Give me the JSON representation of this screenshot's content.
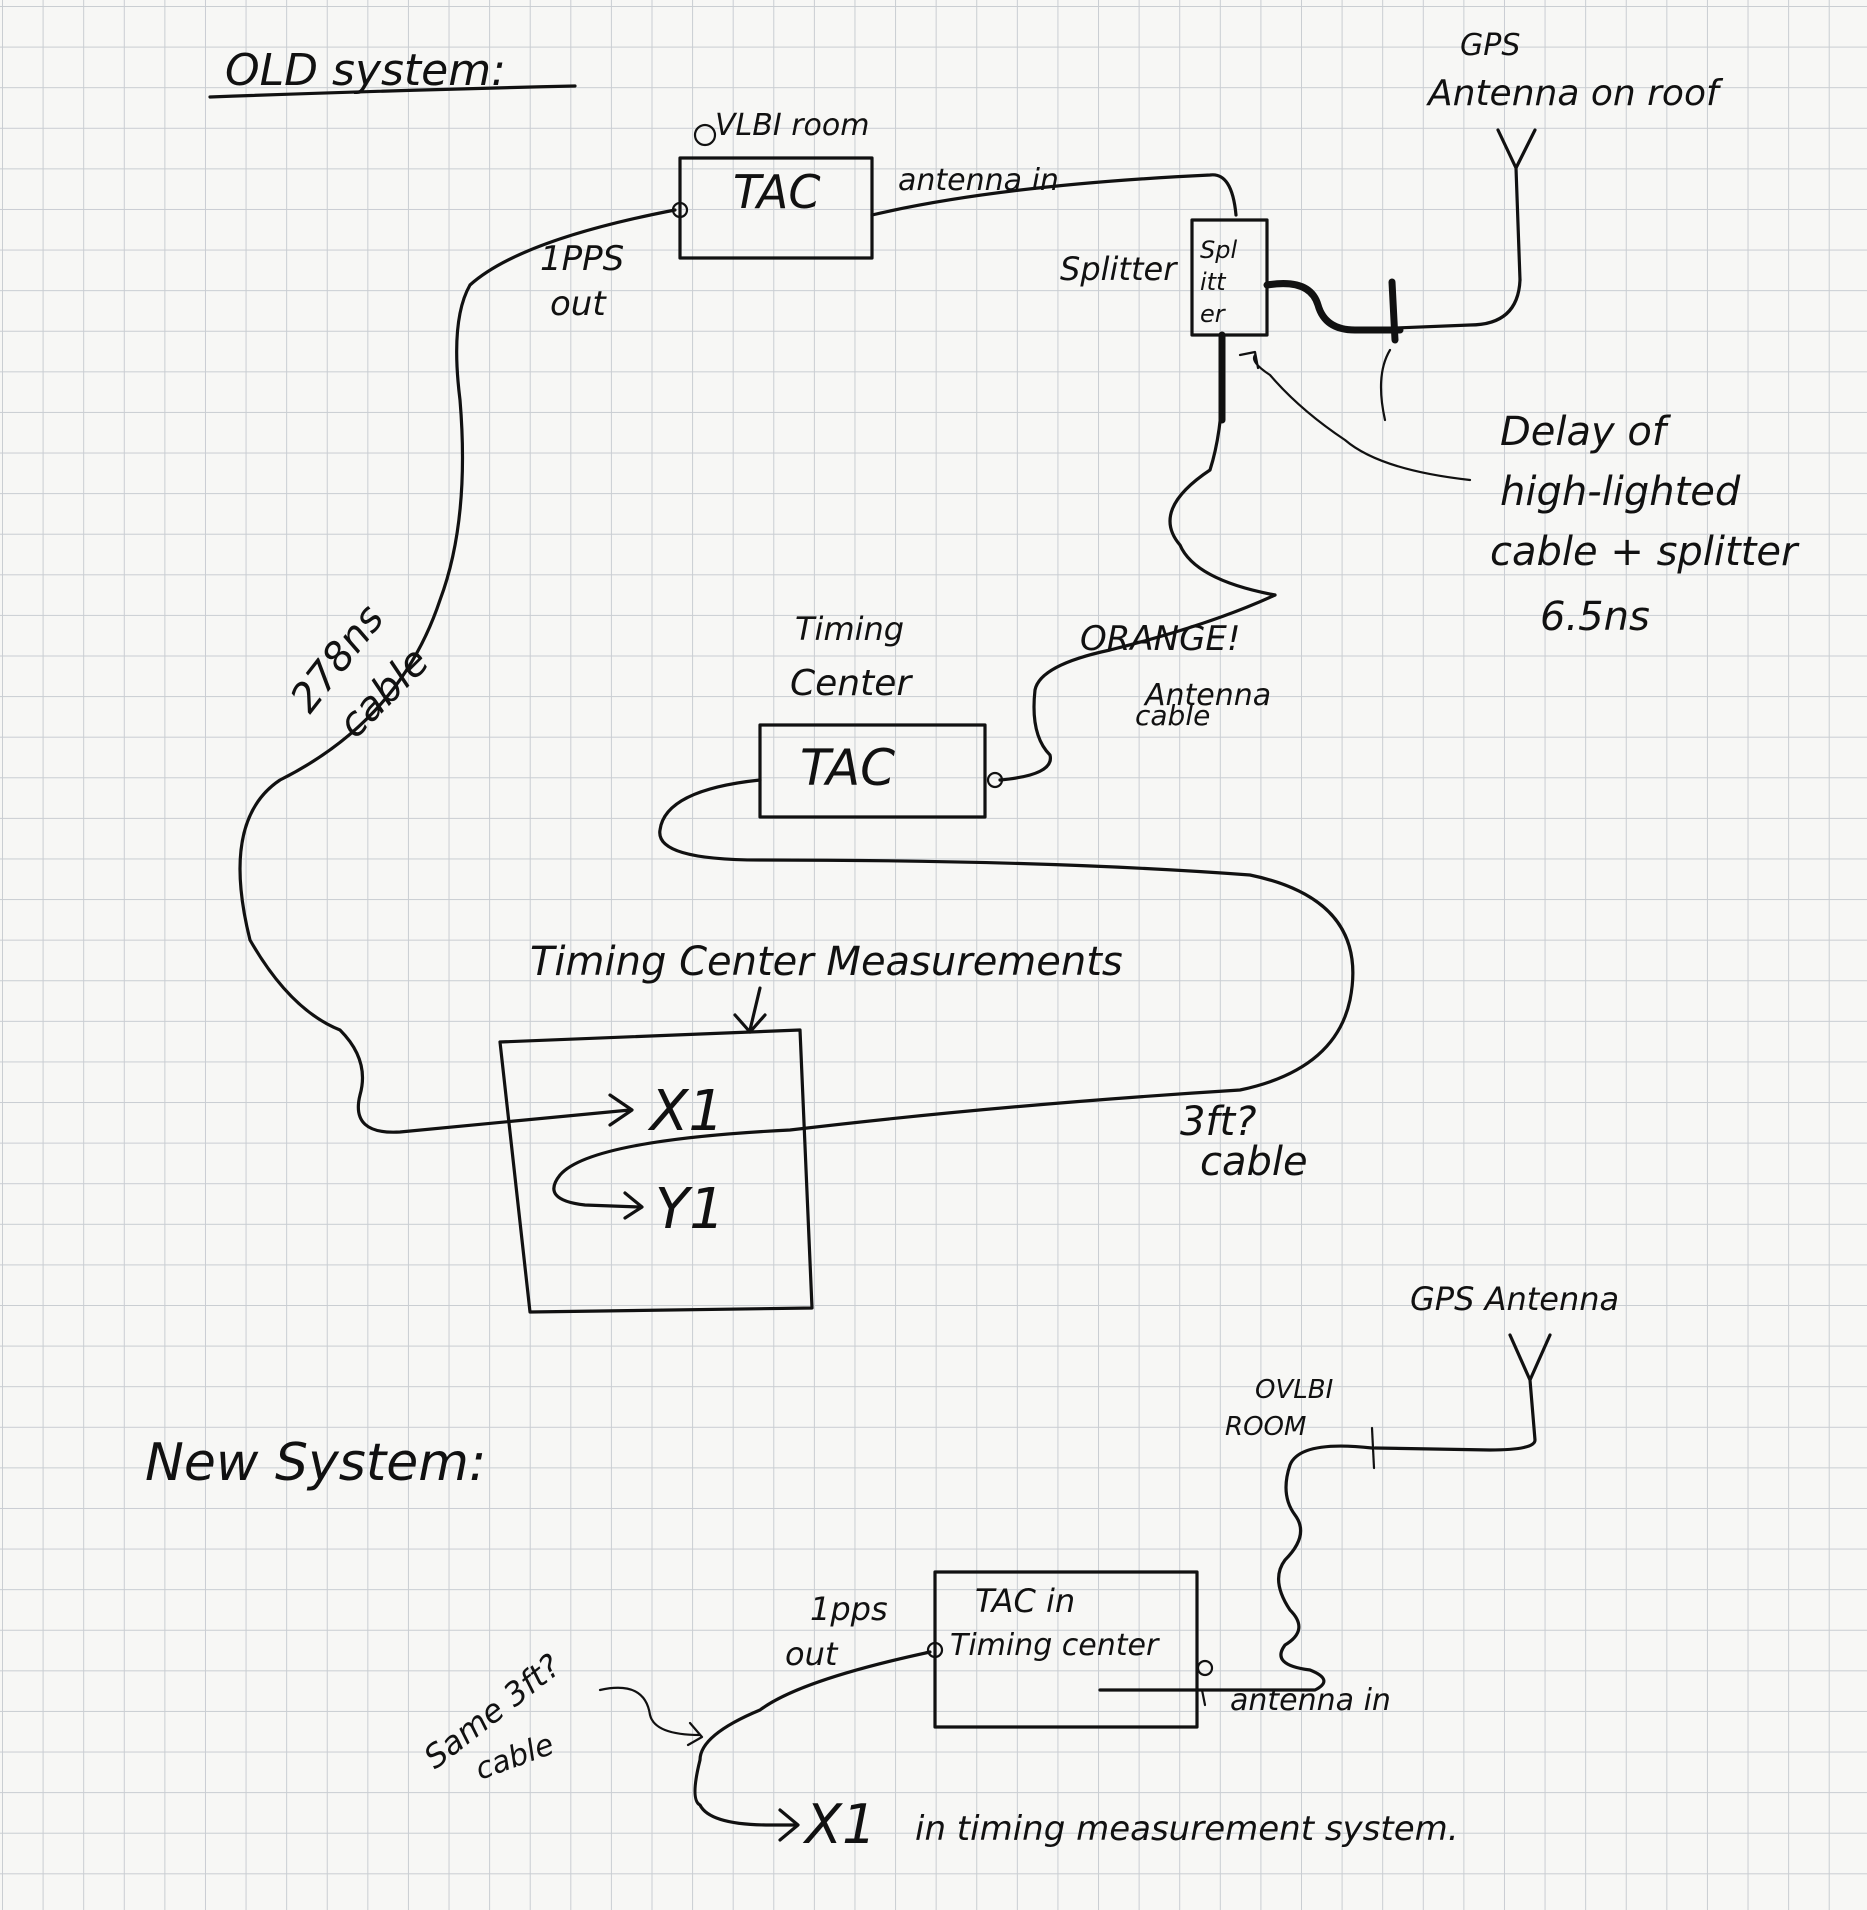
{
  "old_system": {
    "title": "OLD system:",
    "vlbi_room_label": "VLBI room",
    "tac_label": "TAC",
    "antenna_in_label": "antenna in",
    "gps_antenna_line1": "GPS",
    "gps_antenna_line2": "Antenna on roof",
    "splitter_label": "Splitter",
    "splitter_box_line1": "Spl",
    "splitter_box_line2": "itt",
    "splitter_box_line3": "er",
    "pps_out_line1": "1PPS",
    "pps_out_line2": "out",
    "delay_note_line1": "Delay of",
    "delay_note_line2": "high-lighted",
    "delay_note_line3": "cable + splitter",
    "delay_note_line4": "6.5ns",
    "cable_278_line1": "278ns",
    "cable_278_line2": "cable",
    "timing_center_line1": "Timing",
    "timing_center_line2": "Center",
    "tac2_label": "TAC",
    "orange_label": "ORANGE!",
    "antenna_cable_line1": "Antenna",
    "antenna_cable_line2": "cable",
    "measurements_label": "Timing Center Measurements",
    "x1_label": "X1",
    "y1_label": "Y1",
    "cable_3ft_line1": "3ft?",
    "cable_3ft_line2": "cable"
  },
  "new_system": {
    "title": "New System:",
    "gps_antenna_label": "GPS Antenna",
    "vlbi_room_line1": "OVLBI",
    "vlbi_room_line2": "ROOM",
    "tac_line1": "TAC in",
    "tac_line2": "Timing center",
    "pps_out_line1": "1pps",
    "pps_out_line2": "out",
    "same_cable_line1": "Same 3ft?",
    "same_cable_line2": "cable",
    "antenna_in_label": "antenna in",
    "x1_label": "X1",
    "x1_note": "in timing measurement system."
  },
  "colors": {
    "ink": "#111111",
    "paper": "#f7f7f5",
    "grid": "#c9cdd2"
  }
}
